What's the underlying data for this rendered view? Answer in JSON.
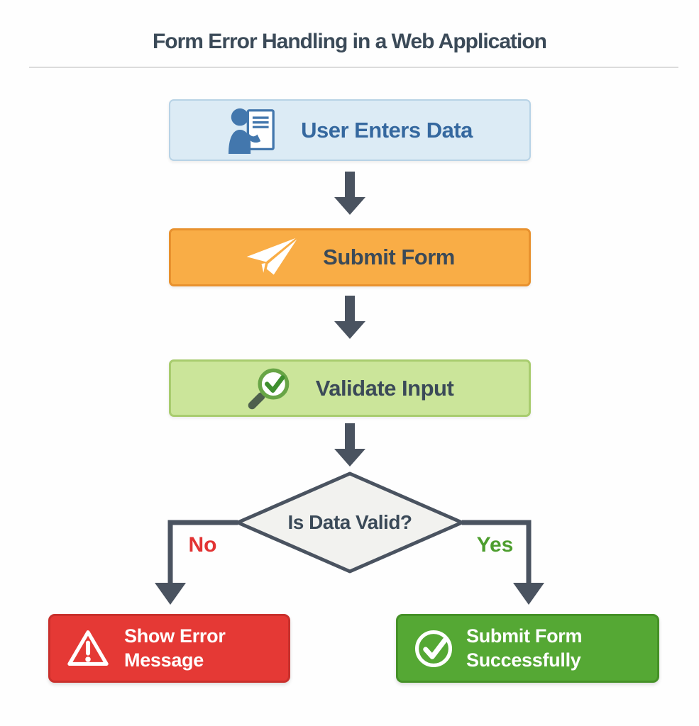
{
  "title": "Form Error Handling in a Web Application",
  "title_color": "#3b4a58",
  "divider_color": "#dcdcdc",
  "background": "#fefefe",
  "flow": {
    "connector_color": "#4a5360",
    "steps": [
      {
        "id": "user-enters-data",
        "label": "User Enters Data",
        "icon": "user-form-icon",
        "fill": "#dcebf5",
        "border": "#b8d3e6",
        "text_color": "#35689f",
        "icon_color": "#4377ad"
      },
      {
        "id": "submit-form",
        "label": "Submit Form",
        "icon": "paper-plane-icon",
        "fill": "#f9ad46",
        "border": "#e8912e",
        "text_color": "#3b4a58",
        "icon_color": "#ffffff"
      },
      {
        "id": "validate-input",
        "label": "Validate Input",
        "icon": "magnifier-check-icon",
        "fill": "#cbe59a",
        "border": "#a8cc6e",
        "text_color": "#3b4a58",
        "icon_color": "#3f8f2f"
      }
    ],
    "decision": {
      "label": "Is Data Valid?",
      "fill": "#f2f2ef",
      "border": "#4a5360",
      "text_color": "#3b4a58"
    },
    "branches": {
      "no": {
        "label": "No",
        "label_color": "#e23333",
        "outcome": {
          "id": "show-error-message",
          "label": "Show Error Message",
          "icon": "warning-triangle-icon",
          "fill": "#e53935",
          "border": "#c9302c",
          "text_color": "#ffffff"
        }
      },
      "yes": {
        "label": "Yes",
        "label_color": "#4d9e2e",
        "outcome": {
          "id": "submit-form-successfully",
          "label": "Submit Form Successfully",
          "icon": "check-circle-icon",
          "fill": "#55a834",
          "border": "#459127",
          "text_color": "#ffffff"
        }
      }
    }
  }
}
